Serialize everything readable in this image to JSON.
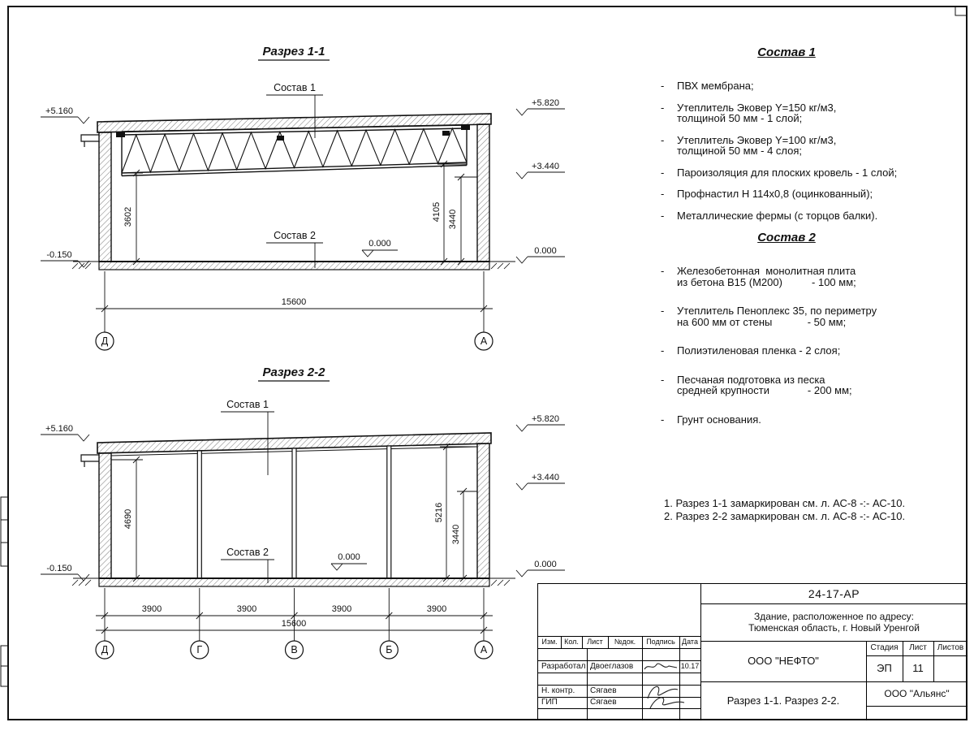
{
  "lists": {
    "bullet": "-"
  },
  "section1": {
    "title": "Разрез 1-1",
    "sostav1_label": "Состав 1",
    "sostav2_label": "Состав 2",
    "elev": {
      "left_top": "+5.160",
      "left_bottom": "-0.150",
      "right_top": "+5.820",
      "right_mid": "+3.440",
      "right_zero": "0.000",
      "inner_zero": "0.000"
    },
    "dims": {
      "left_height": "3602",
      "right_height1": "4105",
      "right_height2": "3440",
      "total_width": "15600"
    },
    "grids": {
      "left": "Д",
      "right": "А"
    }
  },
  "section2": {
    "title": "Разрез 2-2",
    "sostav1_label": "Состав 1",
    "sostav2_label": "Состав 2",
    "elev": {
      "left_top": "+5.160",
      "left_bottom": "-0.150",
      "right_top": "+5.820",
      "right_mid": "+3.440",
      "right_zero": "0.000",
      "inner_zero": "0.000"
    },
    "dims": {
      "left_height": "4690",
      "right_height1": "5216",
      "right_height2": "3440",
      "bays": [
        "3900",
        "3900",
        "3900",
        "3900"
      ],
      "total_width": "15600"
    },
    "grids": [
      "Д",
      "Г",
      "В",
      "Б",
      "А"
    ]
  },
  "sostav1": {
    "title": "Состав 1",
    "items": [
      {
        "l1": "ПВХ мембрана;",
        "l2": ""
      },
      {
        "l1": "Утеплитель Эковер Y=150 кг/м3,",
        "l2": "толщиной 50 мм - 1 слой;"
      },
      {
        "l1": "Утеплитель Эковер Y=100 кг/м3,",
        "l2": "толщиной 50 мм - 4 слоя;"
      },
      {
        "l1": "Пароизоляция для плоских кровель - 1 слой;",
        "l2": ""
      },
      {
        "l1": "Профнастил Н 114х0,8 (оцинкованный);",
        "l2": ""
      },
      {
        "l1": "Металлические фермы (с торцов балки).",
        "l2": ""
      }
    ]
  },
  "sostav2": {
    "title": "Состав 2",
    "items": [
      {
        "l1": "Железобетонная  монолитная плита",
        "l2": "из бетона В15 (М200)          - 100 мм;"
      },
      {
        "l1": "Утеплитель Пеноплекс 35, по периметру",
        "l2": "на 600 мм от стены            - 50 мм;"
      },
      {
        "l1": "Полиэтиленовая пленка - 2 слоя;",
        "l2": ""
      },
      {
        "l1": "Песчаная подготовка из песка",
        "l2": "средней крупности             - 200 мм;"
      },
      {
        "l1": "Грунт основания.",
        "l2": ""
      }
    ]
  },
  "notes": {
    "line1": "1. Разрез 1-1 замаркирован см. л. АС-8 -:- АС-10.",
    "line2": "2. Разрез 2-2 замаркирован см. л. АС-8 -:- АС-10."
  },
  "titleblock": {
    "doc_number": "24-17-АР",
    "address_line1": "Здание, расположенное по адресу:",
    "address_line2": "Тюменская область, г. Новый Уренгой",
    "cols": {
      "izm": "Изм.",
      "kol": "Кол.",
      "list": "Лист",
      "ndok": "№док.",
      "podpis": "Подпись",
      "data": "Дата"
    },
    "rows": [
      {
        "role": "Разработал",
        "name": "Двоеглазов",
        "date": "10.17"
      },
      {
        "role": "Н. контр.",
        "name": "Сягаев",
        "date": ""
      },
      {
        "role": "ГИП",
        "name": "Сягаев",
        "date": ""
      }
    ],
    "company": "ООО \"НЕФТО\"",
    "stage_label": "Стадия",
    "sheet_label": "Лист",
    "sheets_label": "Листов",
    "stage": "ЭП",
    "sheet": "11",
    "sheets": "",
    "sheet_title": "Разрез 1-1. Разрез 2-2.",
    "contractor": "ООО \"Альянс\""
  }
}
